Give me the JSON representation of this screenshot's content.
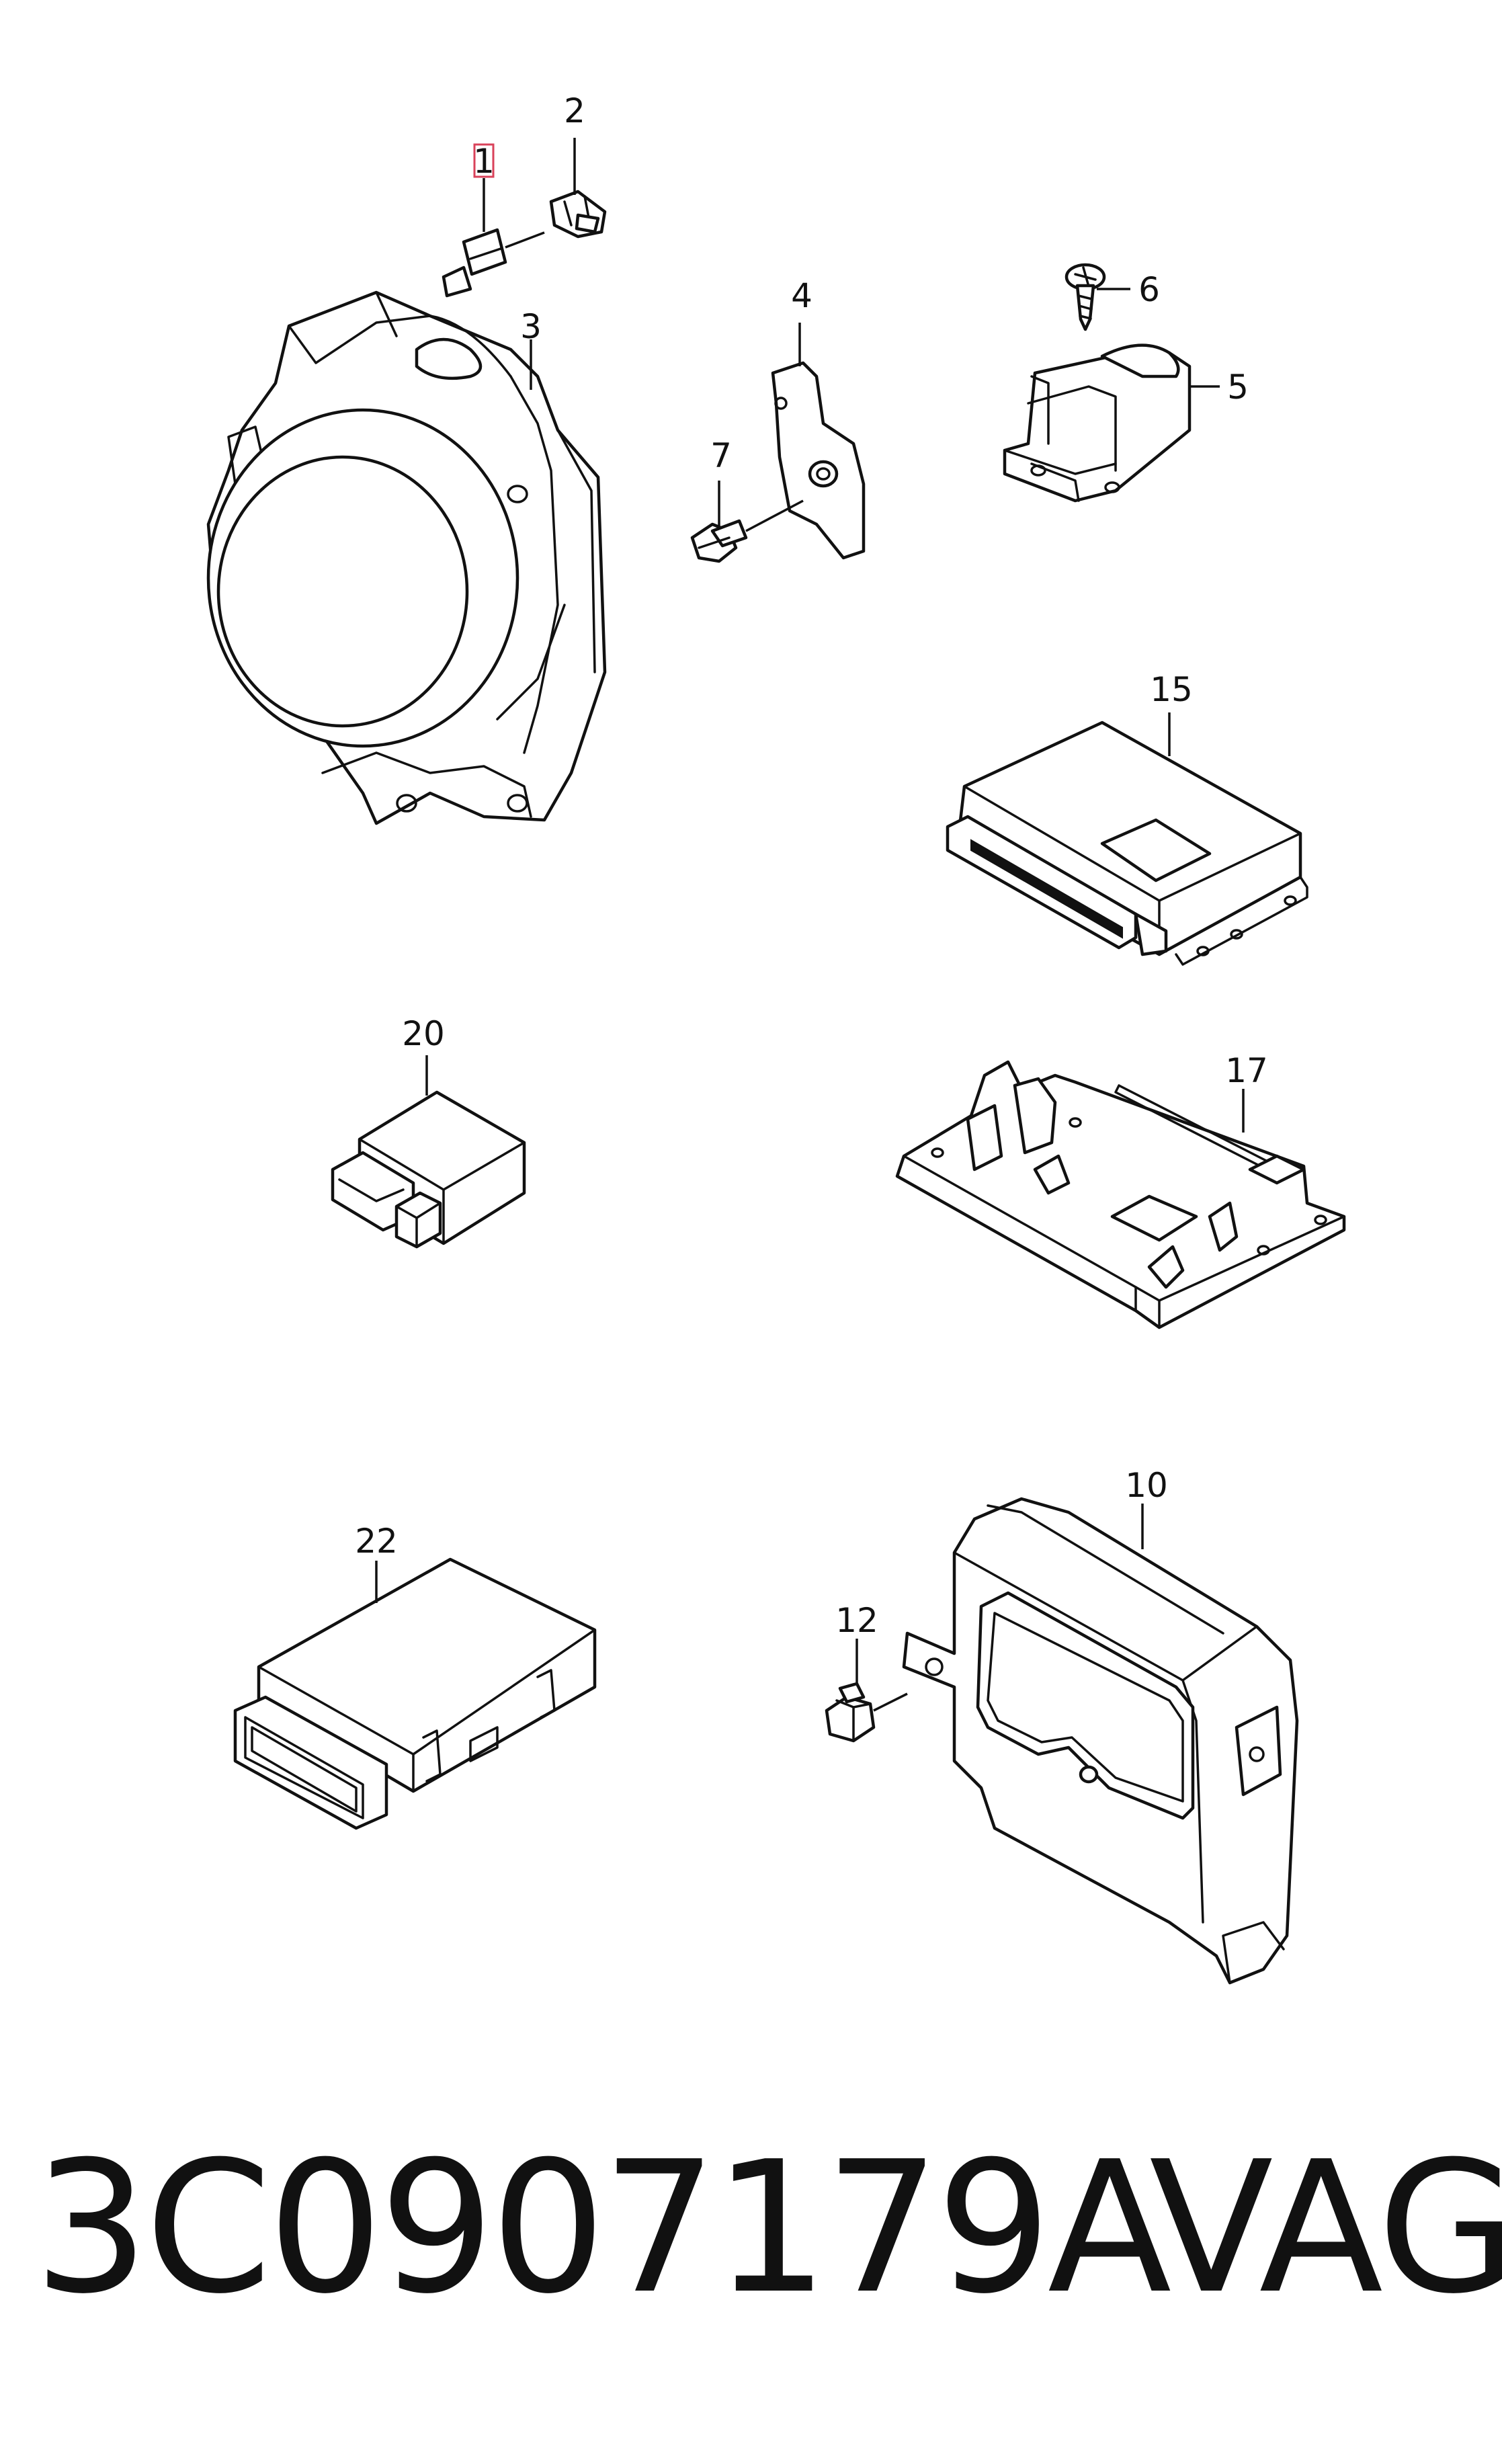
{
  "callouts": {
    "c1": "1",
    "c2": "2",
    "c3": "3",
    "c4": "4",
    "c5": "5",
    "c6": "6",
    "c7": "7",
    "c10": "10",
    "c12": "12",
    "c15": "15",
    "c17": "17",
    "c20": "20",
    "c22": "22"
  },
  "footer": {
    "part_number": "3C0907179A",
    "brand": "VAG"
  },
  "colors": {
    "highlight": "#d9425a",
    "line": "#111111"
  }
}
